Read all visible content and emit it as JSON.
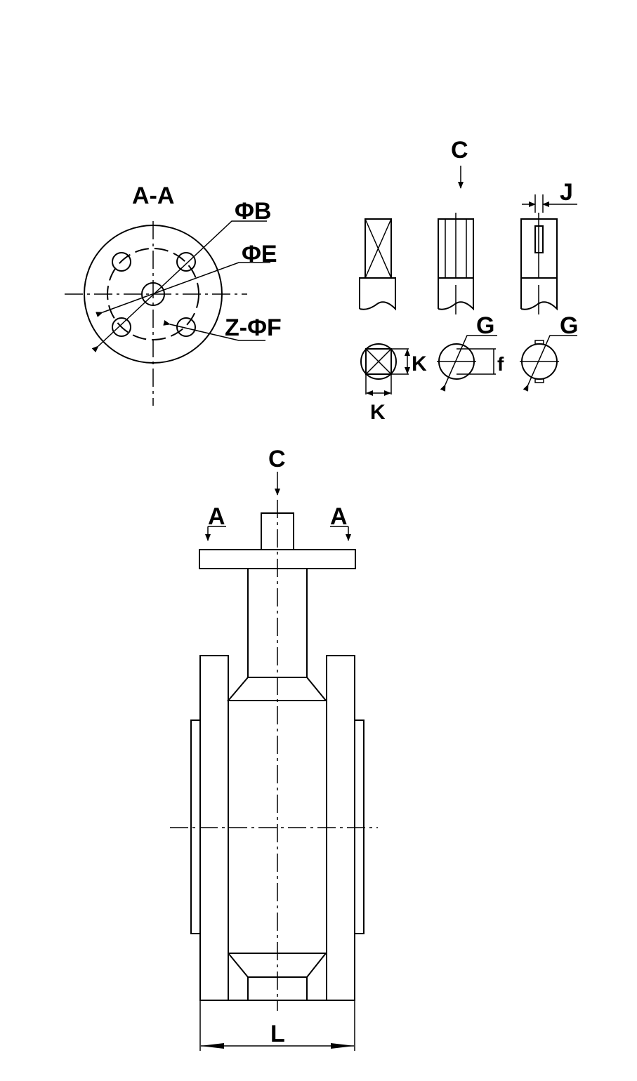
{
  "section_view": {
    "title": "A-A",
    "labels": {
      "bolt_circle": "ΦB",
      "bore": "ΦE",
      "holes": "Z-ΦF"
    }
  },
  "stem_details": {
    "view_label": "C",
    "keyway_width": "J",
    "square_size_v": "K",
    "square_size_h": "K",
    "flat": "f",
    "shaft_dia_1": "G",
    "shaft_dia_2": "G"
  },
  "main_view": {
    "view_label": "C",
    "section_left": "A",
    "section_right": "A",
    "length": "L"
  }
}
